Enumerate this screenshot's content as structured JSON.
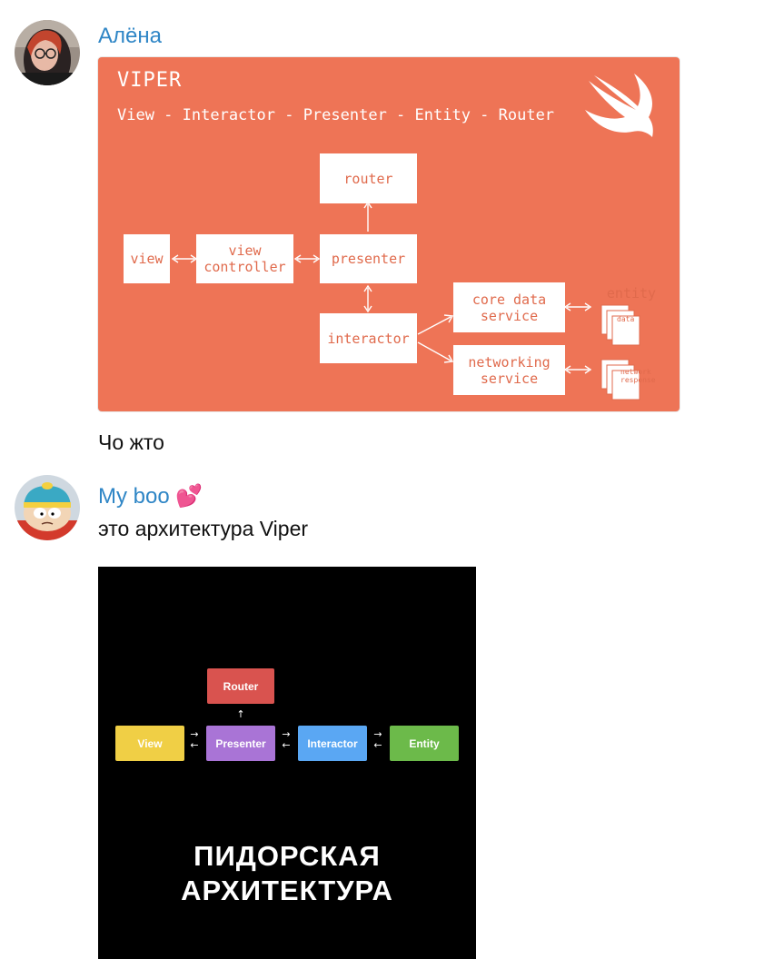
{
  "messages": [
    {
      "sender": "Алёна",
      "text": "Чо жто",
      "image": {
        "title": "VIPER",
        "subtitle": "View - Interactor - Presenter - Entity - Router",
        "boxes": {
          "router": "router",
          "view": "view",
          "view_controller": "view\ncontroller",
          "presenter": "presenter",
          "interactor": "interactor",
          "core_data_service": "core data\nservice",
          "networking_service": "networking\nservice",
          "entity": "entity",
          "data": "data",
          "network_response": "network\nresponse"
        },
        "colors": {
          "background": "#ee7456",
          "box": "#ffffff",
          "box_text": "#e06a4c"
        },
        "icon": "swift-logo-icon"
      }
    },
    {
      "sender": "My boo",
      "sender_emoji": "💕",
      "text": "это архитектура Viper",
      "image": {
        "boxes": {
          "router": "Router",
          "view": "View",
          "presenter": "Presenter",
          "interactor": "Interactor",
          "entity": "Entity"
        },
        "caption": "ПИДОРСКАЯ\nАРХИТЕКТУРА",
        "colors": {
          "background": "#000000",
          "router": "#d9534f",
          "view": "#f0cf45",
          "presenter": "#a974d6",
          "interactor": "#5aa7f3",
          "entity": "#6cba4a"
        }
      }
    }
  ],
  "colors": {
    "sender_name": "#2f86c6",
    "text": "#111111"
  }
}
